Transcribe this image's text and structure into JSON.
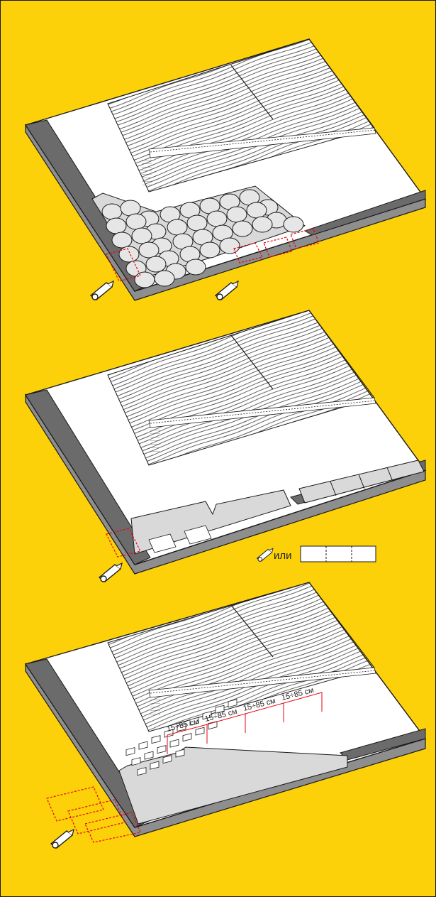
{
  "colors": {
    "background": "#fdd10a",
    "deck_top": "#ffffff",
    "deck_edge": "#8e8e8e",
    "strip": "#6b6b6b",
    "shingle": "#d9d9d9",
    "line": "#1a1a1a",
    "cut_guide": "#e30613"
  },
  "panels": [
    {
      "id": "panel-1",
      "shingle_shape": "scalloped",
      "knife_icons": 2
    },
    {
      "id": "panel-2",
      "shingle_shape": "starter-strip",
      "knife_icons": 2
    },
    {
      "id": "panel-3",
      "shingle_shape": "rectangular",
      "knife_icons": 1
    }
  ],
  "legend": {
    "or_label": "или"
  },
  "offset_dimension": {
    "label": "15÷85 см",
    "count": 4
  }
}
